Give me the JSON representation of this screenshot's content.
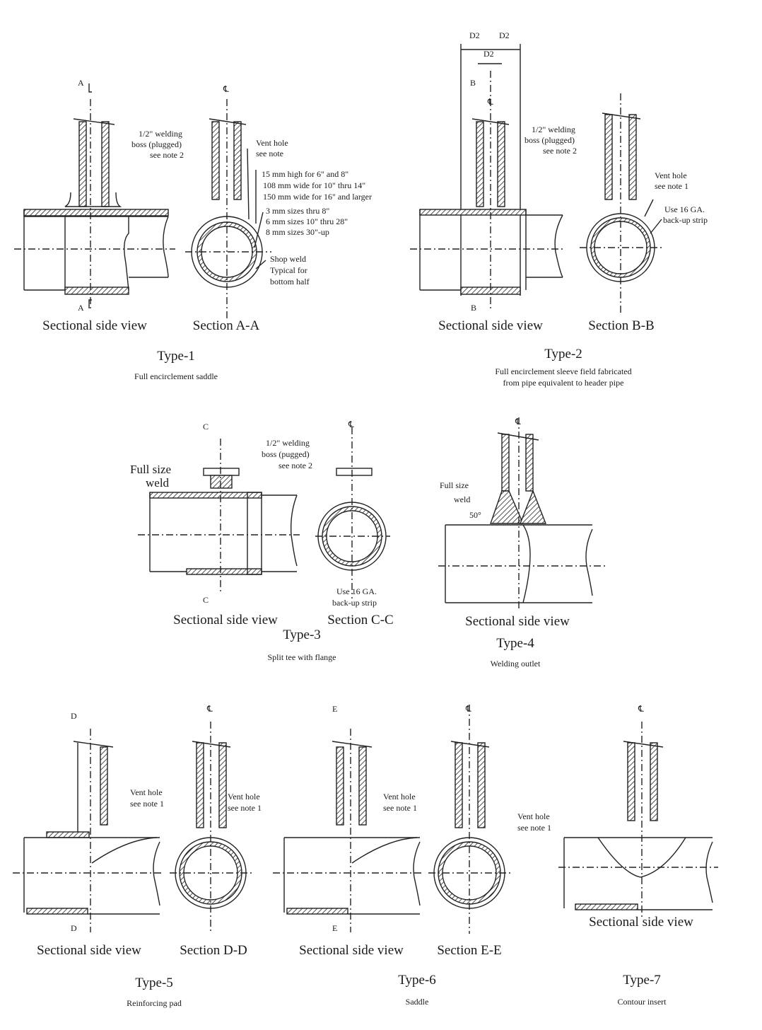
{
  "cl": "℄",
  "type1": {
    "side": {
      "caption": "Sectional side view",
      "cut_top": "A",
      "cut_bottom": "A"
    },
    "section": {
      "caption": "Section A-A",
      "notes": [
        "1/2\" welding",
        "boss (plugged)",
        "see note 2",
        "Vent hole",
        "see note",
        "15 mm high for 6\" and 8\"",
        "108 mm wide for 10\" thru 14\"",
        "150 mm wide for 16\" and larger",
        "3 mm sizes thru 8\"",
        "6 mm sizes 10\" thru 28\"",
        "8 mm sizes 30\"-up",
        "Shop weld",
        "Typical for",
        "bottom half"
      ]
    },
    "title": "Type-1",
    "subtitle": "Full encirclement saddle"
  },
  "type2": {
    "side": {
      "caption": "Sectional side view",
      "cut_top": "B",
      "cut_bottom": "B",
      "dims": [
        "D2",
        "D2",
        "D2"
      ]
    },
    "section": {
      "caption": "Section B-B",
      "notes": [
        "1/2\" welding",
        "boss (plugged)",
        "see note 2",
        "Vent hole",
        "see note 1",
        "Use 16 GA.",
        "back-up strip"
      ]
    },
    "title": "Type-2",
    "subtitle": [
      "Full encirclement sleeve field fabricated",
      "from pipe equivalent to header pipe"
    ]
  },
  "type3": {
    "side": {
      "caption": "Sectional side view",
      "cut_top": "C",
      "cut_bottom": "C",
      "notes": [
        "Full size",
        "weld"
      ]
    },
    "section": {
      "caption": "Section C-C",
      "notes": [
        "1/2\" welding",
        "boss (pugged)",
        "see note 2",
        "Use 16 GA.",
        "back-up strip"
      ]
    },
    "title": "Type-3",
    "subtitle": "Split tee with flange"
  },
  "type4": {
    "side": {
      "caption": "Sectional side view",
      "notes": [
        "Full size",
        "weld",
        "50°"
      ]
    },
    "title": "Type-4",
    "subtitle": "Welding outlet"
  },
  "type5": {
    "side": {
      "caption": "Sectional side view",
      "cut_top": "D",
      "cut_bottom": "D",
      "notes": [
        "Vent hole",
        "see note 1"
      ]
    },
    "section": {
      "caption": "Section D-D",
      "notes": [
        "Vent hole",
        "see note 1"
      ]
    },
    "title": "Type-5",
    "subtitle": "Reinforcing pad"
  },
  "type6": {
    "side": {
      "caption": "Sectional side view",
      "cut_top": "E",
      "cut_bottom": "E",
      "notes": [
        "Vent hole",
        "see note 1"
      ]
    },
    "section": {
      "caption": "Section E-E",
      "notes": [
        "Vent hole",
        "see note 1"
      ]
    },
    "title": "Type-6",
    "subtitle": "Saddle"
  },
  "type7": {
    "side": {
      "caption": "Sectional side view"
    },
    "title": "Type-7",
    "subtitle": "Contour insert"
  }
}
